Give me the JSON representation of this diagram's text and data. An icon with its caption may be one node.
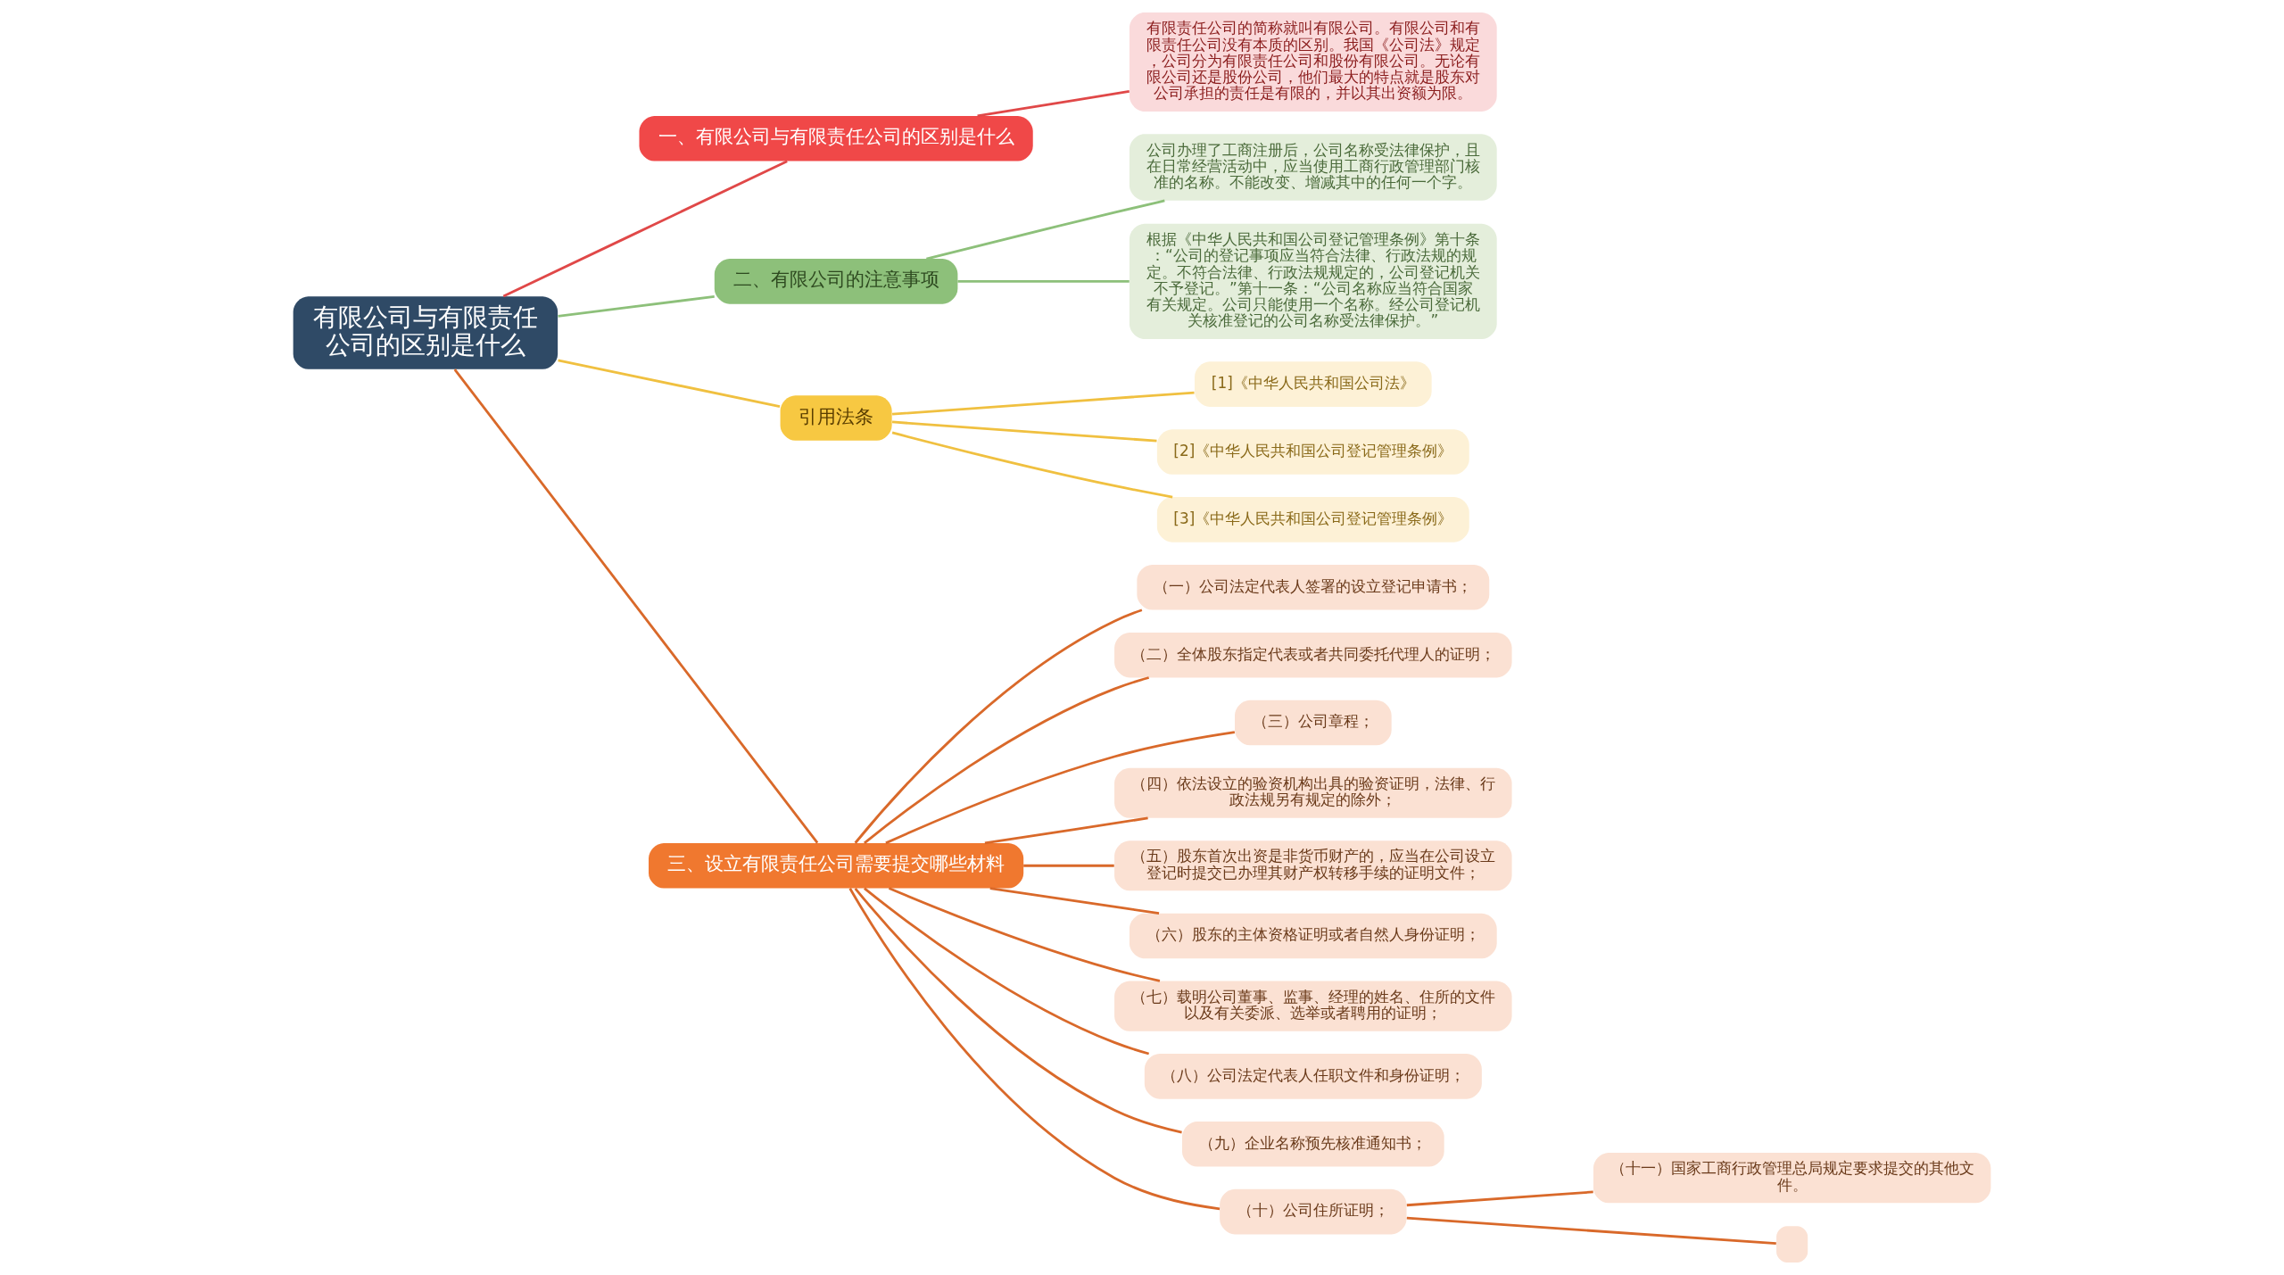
{
  "diagram": {
    "nodes": [
      {
        "text": [
          "有限公司与有限责任公司的区别是什么"
        ]
      },
      {
        "text": [
          "一、有限公司与有限责任公司的区别是什么"
        ]
      },
      {
        "text": [
          "有限责任公司的简称就叫有限公司。有限公司和有限责任公司没有本质的区别。我国《公司法》规定，公司分为有限责任公司和股份有限公司。无论有限公司还是股份公司，他们最大的特点就是股东对公司承担的责任是有限的，并以其出资额为限。"
        ]
      },
      {
        "text": [
          "二、有限公司的注意事项"
        ]
      },
      {
        "text": [
          "公司办理了工商注册后，公司名称受法律保护，且在日常经营活动中，应当使用工商行政管理部门核准的名称。不能改变、增减其中的任何一个字。"
        ]
      },
      {
        "text": [
          "根据《中华人民共和国公司登记管理条例》第十条：“公司的登记事项应当符合法律、行政法规的规定。不符合法律、行政法规规定的，公司登记机关不予登记。”第十一条：“公司名称应当符合国家有关规定。公司只能使用一个名称。经公司登记机关核准登记的公司名称受法律保护。”"
        ]
      },
      {
        "text": [
          "引用法条"
        ]
      },
      {
        "text": [
          "[1]《中华人民共和国公司法》"
        ]
      },
      {
        "text": [
          "[2]《中华人民共和国公司登记管理条例》"
        ]
      },
      {
        "text": [
          "[3]《中华人民共和国公司登记管理条例》"
        ]
      },
      {
        "text": [
          "三、设立有限责任公司需要提交哪些材料"
        ]
      },
      {
        "text": [
          "（一）公司法定代表人签署的设立登记申请书；"
        ]
      },
      {
        "text": [
          "（二）全体股东指定代表或者共同委托代理人的证明；"
        ]
      },
      {
        "text": [
          "（三）公司章程；"
        ]
      },
      {
        "text": [
          "（四）依法设立的验资机构出具的验资证明，法律、行政法规另有规定的除外；"
        ]
      },
      {
        "text": [
          "（五）股东首次出资是非货币财产的，应当在公司设立登记时提交已办理其财产权转移手续的证明文件；"
        ]
      },
      {
        "text": [
          "（六）股东的主体资格证明或者自然人身份证明；"
        ]
      },
      {
        "text": [
          "（七）载明公司董事、监事、经理的姓名、住所的文件以及有关委派、选举或者聘用的证明；"
        ]
      },
      {
        "text": [
          "（八）公司法定代表人任职文件和身份证明；"
        ]
      },
      {
        "text": [
          "（九）企业名称预先核准通知书；"
        ]
      },
      {
        "text": [
          "（十）公司住所证明；"
        ]
      },
      {
        "text": [
          "（十一）国家工商行政管理总局规定要求提交的其他文件。"
        ]
      },
      {
        "text": [],
        "shape": "box"
      }
    ],
    "edges": [
      {
        "from": 0,
        "to": 1,
        "arrow": "none",
        "color": "#e04848"
      },
      {
        "from": 1,
        "to": 2,
        "arrow": "none",
        "color": "#e04848"
      },
      {
        "from": 0,
        "to": 3,
        "arrow": "none",
        "color": "#8dc07a"
      },
      {
        "from": 3,
        "to": 4,
        "arrow": "none",
        "color": "#8dc07a"
      },
      {
        "from": 3,
        "to": 5,
        "arrow": "none",
        "color": "#8dc07a"
      },
      {
        "from": 0,
        "to": 6,
        "arrow": "none",
        "color": "#f0c040"
      },
      {
        "from": 6,
        "to": 7,
        "arrow": "none",
        "color": "#f0c040"
      },
      {
        "from": 6,
        "to": 8,
        "arrow": "none",
        "color": "#f0c040"
      },
      {
        "from": 6,
        "to": 9,
        "arrow": "none",
        "color": "#f0c040"
      },
      {
        "from": 0,
        "to": 10,
        "arrow": "none"
      },
      {
        "from": 10,
        "to": 11,
        "arrow": "none"
      },
      {
        "from": 10,
        "to": 12,
        "arrow": "none"
      },
      {
        "from": 10,
        "to": 13,
        "arrow": "none"
      },
      {
        "from": 10,
        "to": 14,
        "arrow": "none"
      },
      {
        "from": 10,
        "to": 15,
        "arrow": "none"
      },
      {
        "from": 10,
        "to": 16,
        "arrow": "none"
      },
      {
        "from": 10,
        "to": 17,
        "arrow": "none"
      },
      {
        "from": 10,
        "to": 18,
        "arrow": "none"
      },
      {
        "from": 10,
        "to": 19,
        "arrow": "none"
      },
      {
        "from": 10,
        "to": 20,
        "arrow": "none"
      },
      {
        "from": 20,
        "to": 21,
        "arrow": "none"
      },
      {
        "from": 20,
        "to": 22,
        "arrow": "none"
      }
    ]
  }
}
